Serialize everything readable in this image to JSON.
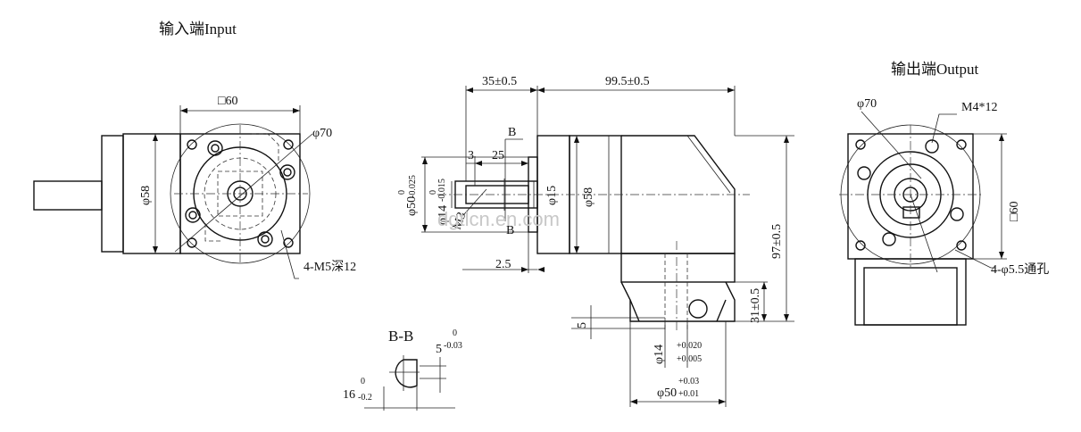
{
  "titles": {
    "input": "输入端Input",
    "output": "输出端Output"
  },
  "input_view": {
    "square": "□60",
    "pilot_dia": "φ70",
    "body_dia": "φ58",
    "holes": "4-M5深12"
  },
  "side_view": {
    "dim_35": "35±0.5",
    "dim_99": "99.5±0.5",
    "section_mark": "B",
    "dim_3": "3",
    "dim_25": "25",
    "pilot_dia": "φ50",
    "pilot_tol_upper": "0",
    "pilot_tol_lower": "-0.025",
    "shaft_dia": "φ14",
    "shaft_tol_upper": "0",
    "shaft_tol_lower": "-0.015",
    "thread": "M3",
    "dim_15": "φ15",
    "body_dia": "φ58",
    "dim_2_5": "2.5",
    "dim_97": "97±0.5",
    "dim_31": "31±0.5",
    "dim_5": "5",
    "bore_dia": "φ14",
    "bore_tol_upper": "+0.020",
    "bore_tol_lower": "+0.005",
    "outlet_dia": "φ50",
    "outlet_tol_upper": "+0.03",
    "outlet_tol_lower": "+0.01"
  },
  "section_view": {
    "label": "B-B",
    "key_width": "5",
    "key_tol_upper": "0",
    "key_tol_lower": "-0.03",
    "key_height": "16",
    "key_height_tol_upper": "0",
    "key_height_tol_lower": "-0.2"
  },
  "output_view": {
    "pilot_dia": "φ70",
    "thread": "M4*12",
    "square": "□60",
    "holes": "4-φ5.5通孔"
  },
  "watermark": "dgtlcn.en.com"
}
